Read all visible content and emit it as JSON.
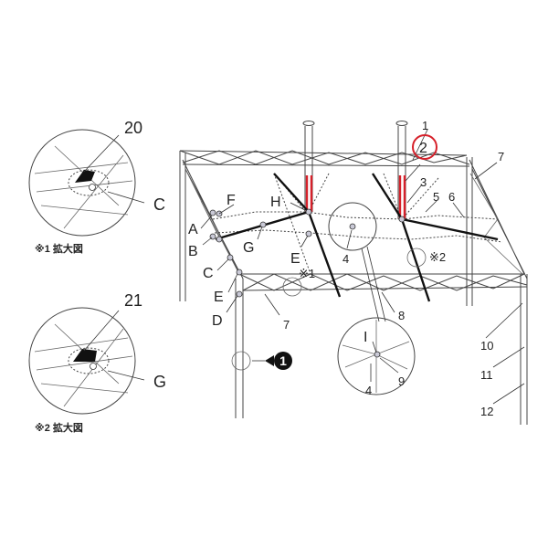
{
  "labels": {
    "n1": "1",
    "n2": "2",
    "n3": "3",
    "n4a": "4",
    "n4b": "4",
    "n5": "5",
    "n6": "6",
    "n7a": "7",
    "n7b": "7",
    "n8": "8",
    "n9": "9",
    "n10": "10",
    "n11": "11",
    "n12": "12",
    "n20": "20",
    "n21": "21",
    "A": "A",
    "B": "B",
    "C1": "C",
    "C2": "C",
    "D": "D",
    "E1": "E",
    "E2": "E",
    "F": "F",
    "G1": "G",
    "G2": "G",
    "H": "H",
    "I": "I",
    "ref1": "※1",
    "ref2": "※2",
    "callout1": "1"
  },
  "captions": {
    "zoom1": "※1 拡大図",
    "zoom2": "※2 拡大図"
  },
  "colors": {
    "highlight": "#d6202a",
    "line": "#444444",
    "part": "#111111"
  }
}
